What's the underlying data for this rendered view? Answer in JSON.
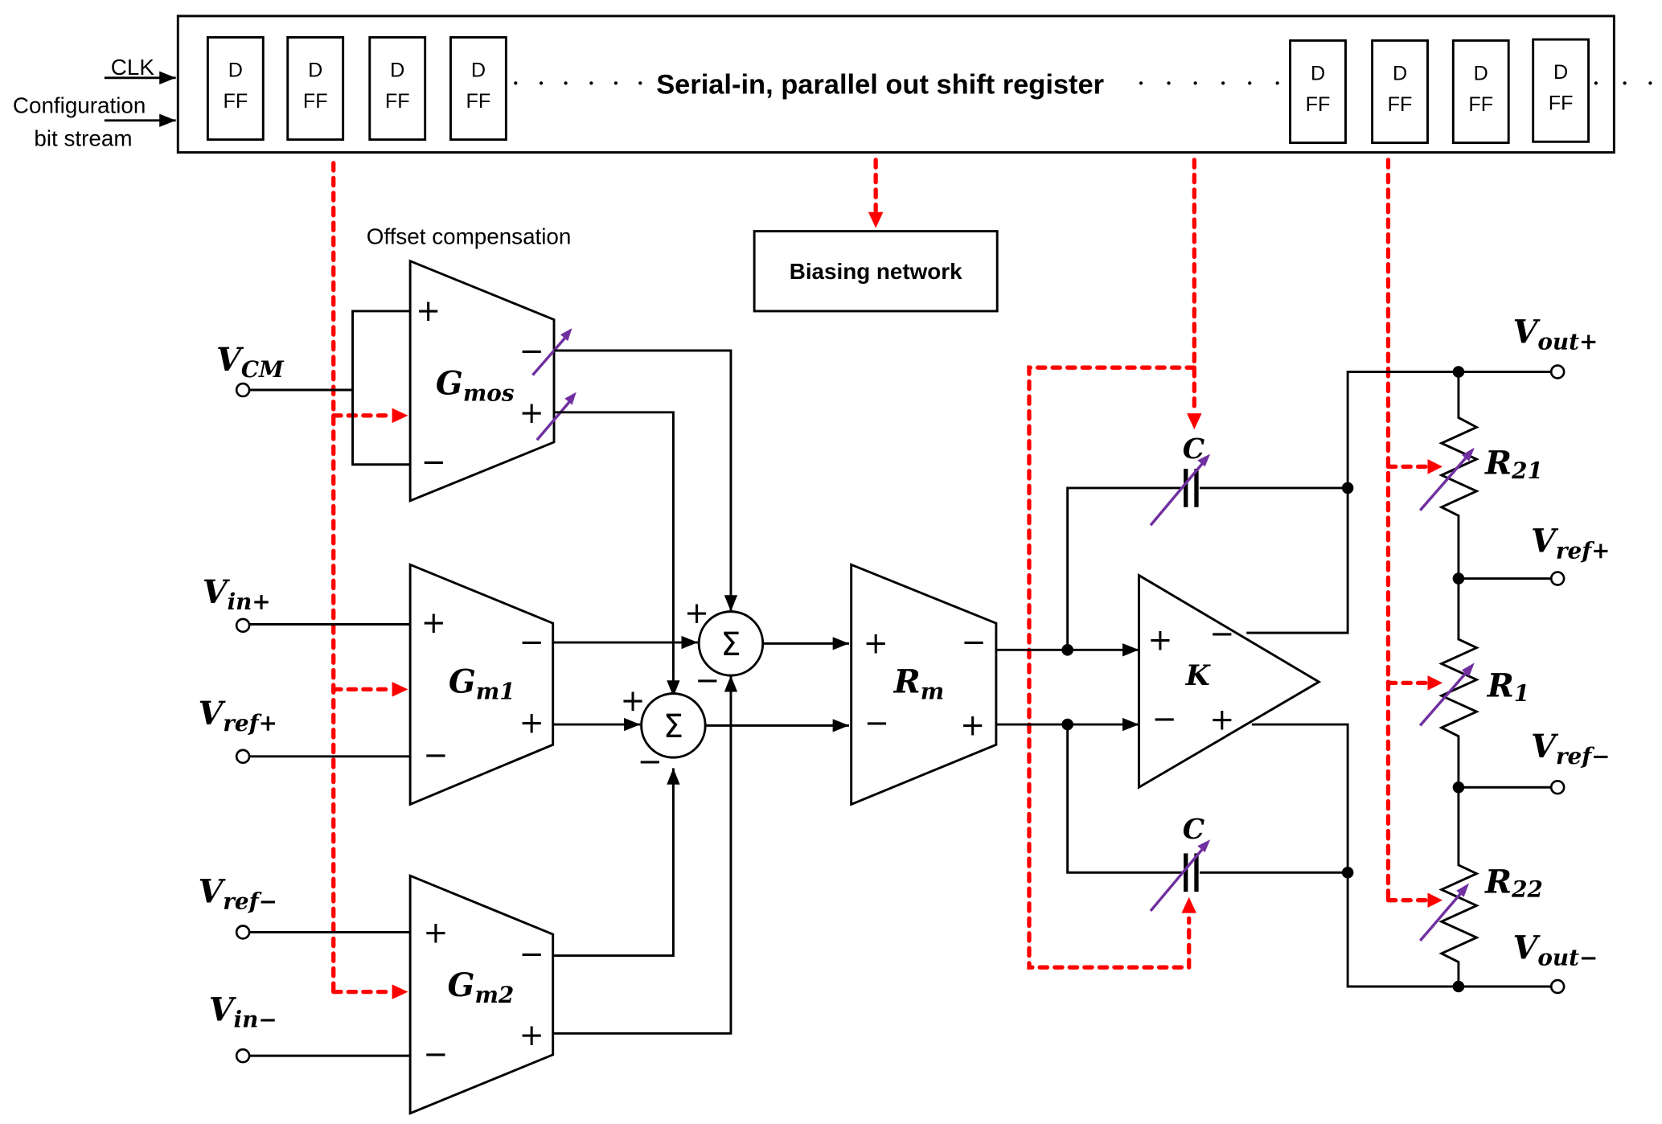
{
  "diagram": {
    "type": "circuit-block-diagram",
    "colors": {
      "wire": "#000000",
      "control_signal": "#ff0000",
      "tunable_arrow": "#7030a0"
    },
    "shift_register": {
      "title": "Serial-in, parallel out shift register",
      "inputs": [
        {
          "label": "CLK"
        },
        {
          "label_line1": "Configuration",
          "label_line2": "bit stream"
        }
      ],
      "flipflops": [
        {
          "line1": "D",
          "line2": "FF"
        },
        {
          "line1": "D",
          "line2": "FF"
        },
        {
          "line1": "D",
          "line2": "FF"
        },
        {
          "line1": "D",
          "line2": "FF"
        },
        {
          "line1": "D",
          "line2": "FF"
        },
        {
          "line1": "D",
          "line2": "FF"
        },
        {
          "line1": "D",
          "line2": "FF"
        },
        {
          "line1": "D",
          "line2": "FF"
        }
      ]
    },
    "biasing": {
      "label": "Biasing network"
    },
    "offset": {
      "label": "Offset compensation"
    },
    "blocks": {
      "gmos": {
        "main": "G",
        "sub": "mos",
        "in_plus": "+",
        "in_minus": "−",
        "out_minus": "−",
        "out_plus": "+"
      },
      "gm1": {
        "main": "G",
        "sub": "m1",
        "in_plus": "+",
        "in_minus": "−",
        "out_minus": "−",
        "out_plus": "+"
      },
      "gm2": {
        "main": "G",
        "sub": "m2",
        "in_plus": "+",
        "in_minus": "−",
        "out_minus": "−",
        "out_plus": "+"
      },
      "rm": {
        "main": "R",
        "sub": "m",
        "in_plus": "+",
        "in_minus": "−",
        "out_minus": "−",
        "out_plus": "+"
      },
      "k": {
        "main": "K",
        "in_plus": "+",
        "in_minus": "−",
        "out_minus": "−",
        "out_plus": "+"
      }
    },
    "summers": [
      {
        "symbol": "Σ",
        "sign_top": "+",
        "sign_bottom": "−"
      },
      {
        "symbol": "Σ",
        "sign_top": "+",
        "sign_bottom": "−"
      }
    ],
    "capacitors": [
      {
        "label": "C"
      },
      {
        "label": "C"
      }
    ],
    "resistors": [
      {
        "main": "R",
        "sub": "21"
      },
      {
        "main": "R",
        "sub": "1"
      },
      {
        "main": "R",
        "sub": "22"
      }
    ],
    "terminals": {
      "vcm": {
        "main": "V",
        "sub": "CM"
      },
      "vin_plus": {
        "main": "V",
        "sub": "in+"
      },
      "vref_plus_in": {
        "main": "V",
        "sub": "ref+"
      },
      "vref_minus_in": {
        "main": "V",
        "sub": "ref−"
      },
      "vin_minus": {
        "main": "V",
        "sub": "in−"
      },
      "vout_plus": {
        "main": "V",
        "sub": "out+"
      },
      "vref_plus_out": {
        "main": "V",
        "sub": "ref+"
      },
      "vref_minus_out": {
        "main": "V",
        "sub": "ref−"
      },
      "vout_minus": {
        "main": "V",
        "sub": "out−"
      }
    }
  }
}
